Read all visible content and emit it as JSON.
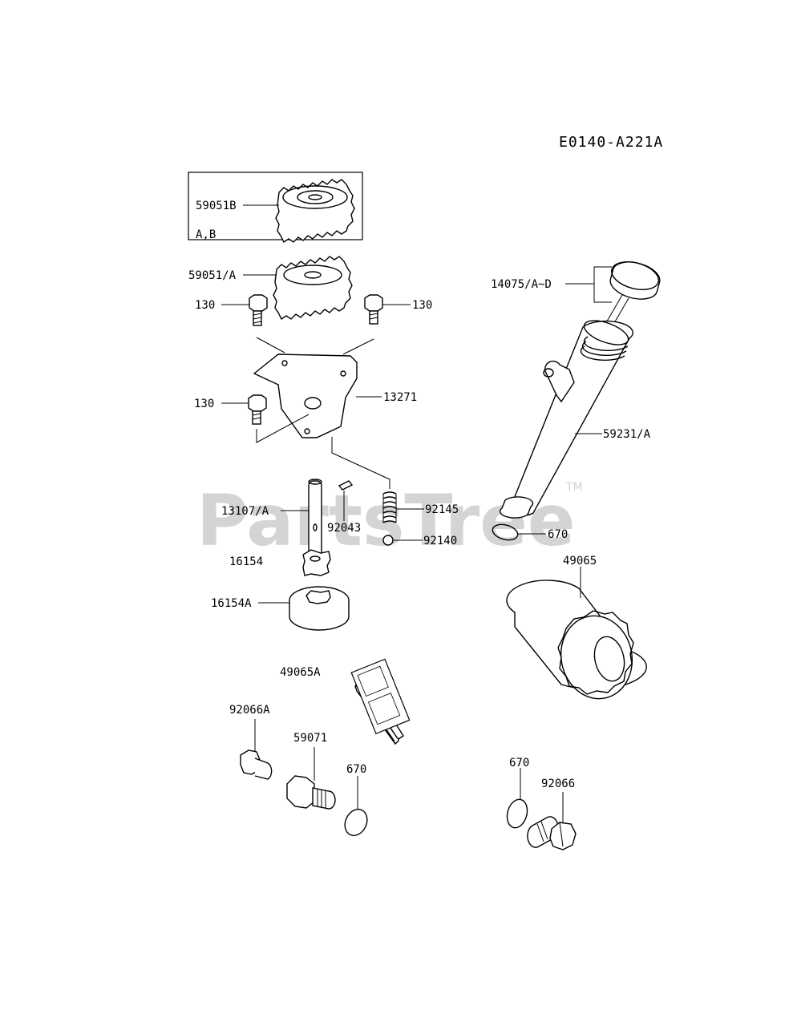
{
  "diagram_code": "E0140-A221A",
  "watermark": {
    "brand": "PartsTree",
    "trademark": "TM"
  },
  "callouts": {
    "c59051B": "59051B",
    "cAB": "A,B",
    "c59051A": "59051/A",
    "c130a": "130",
    "c130b": "130",
    "c130c": "130",
    "c13271": "13271",
    "c14075": "14075/A~D",
    "c59231": "59231/A",
    "c670a": "670",
    "c13107": "13107/A",
    "c92043": "92043",
    "c92145": "92145",
    "c92140": "92140",
    "c16154": "16154",
    "c16154A": "16154A",
    "c49065": "49065",
    "c49065A": "49065A",
    "c92066A": "92066A",
    "c59071": "59071",
    "c670b": "670",
    "c670c": "670",
    "c92066": "92066"
  }
}
